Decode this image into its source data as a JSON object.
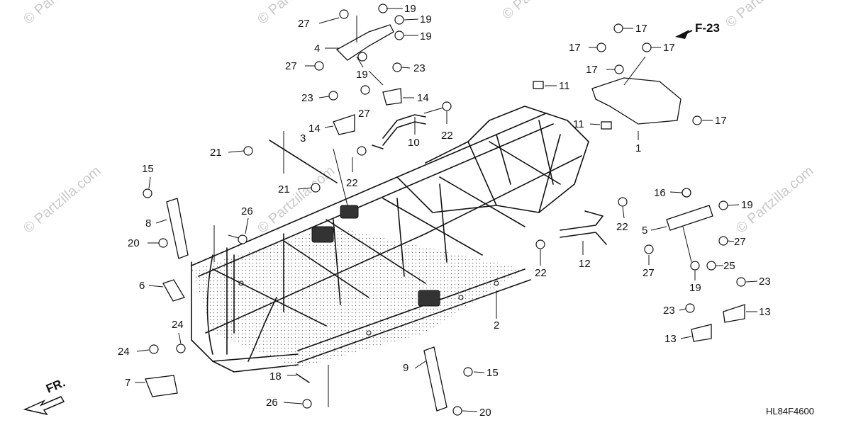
{
  "watermark": "© Partzilla.com",
  "diagram_code": "HL84F4600",
  "ref_label": "F-23",
  "direction_label": "FR.",
  "callouts": [
    {
      "n": "27"
    },
    {
      "n": "4"
    },
    {
      "n": "27"
    },
    {
      "n": "19"
    },
    {
      "n": "19"
    },
    {
      "n": "19"
    },
    {
      "n": "19"
    },
    {
      "n": "23"
    },
    {
      "n": "23"
    },
    {
      "n": "14"
    },
    {
      "n": "14"
    },
    {
      "n": "27"
    },
    {
      "n": "10"
    },
    {
      "n": "22"
    },
    {
      "n": "22"
    },
    {
      "n": "21"
    },
    {
      "n": "3"
    },
    {
      "n": "21"
    },
    {
      "n": "15"
    },
    {
      "n": "8"
    },
    {
      "n": "20"
    },
    {
      "n": "26"
    },
    {
      "n": "6"
    },
    {
      "n": "24"
    },
    {
      "n": "24"
    },
    {
      "n": "7"
    },
    {
      "n": "18"
    },
    {
      "n": "26"
    },
    {
      "n": "9"
    },
    {
      "n": "15"
    },
    {
      "n": "20"
    },
    {
      "n": "2"
    },
    {
      "n": "12"
    },
    {
      "n": "22"
    },
    {
      "n": "22"
    },
    {
      "n": "11"
    },
    {
      "n": "11"
    },
    {
      "n": "1"
    },
    {
      "n": "17"
    },
    {
      "n": "17"
    },
    {
      "n": "17"
    },
    {
      "n": "17"
    },
    {
      "n": "17"
    },
    {
      "n": "16"
    },
    {
      "n": "19"
    },
    {
      "n": "5"
    },
    {
      "n": "27"
    },
    {
      "n": "27"
    },
    {
      "n": "25"
    },
    {
      "n": "19"
    },
    {
      "n": "23"
    },
    {
      "n": "23"
    },
    {
      "n": "13"
    },
    {
      "n": "13"
    }
  ]
}
